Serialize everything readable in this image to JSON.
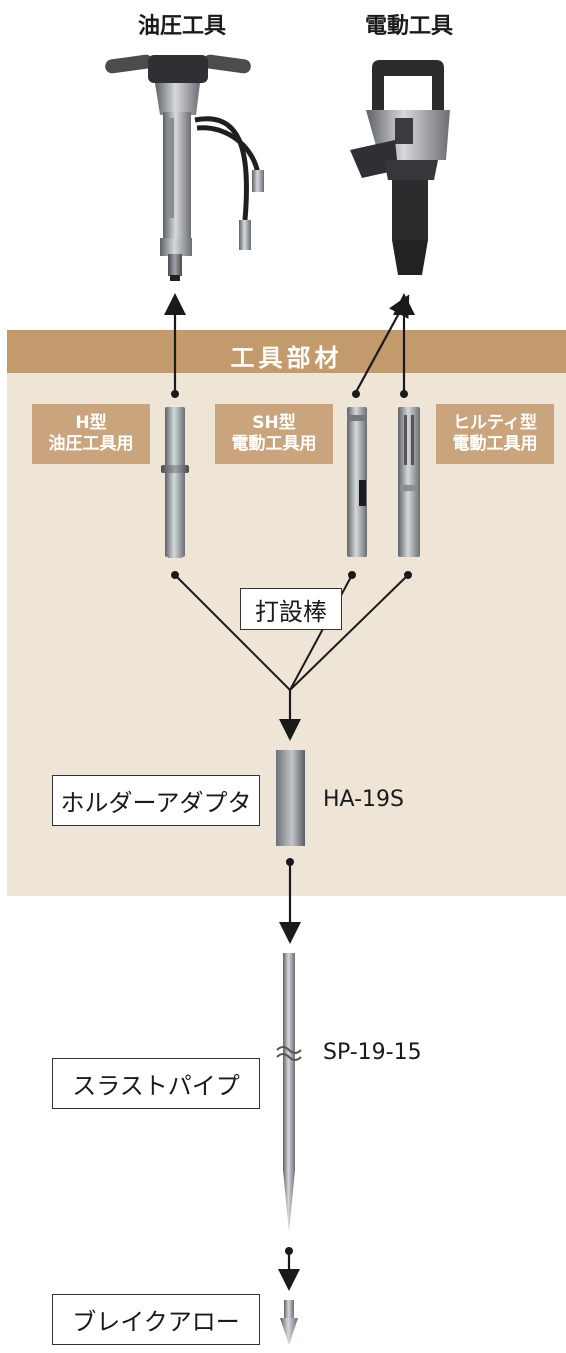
{
  "tools": {
    "hydraulic_title": "油圧工具",
    "electric_title": "電動工具"
  },
  "section": {
    "title": "工具部材"
  },
  "rod_types": [
    {
      "name": "H型",
      "usage": "油圧工具用"
    },
    {
      "name": "SH型",
      "usage": "電動工具用"
    },
    {
      "name": "ヒルティ型",
      "usage": "電動工具用"
    }
  ],
  "driving_rod_label": "打設棒",
  "components": [
    {
      "name": "ホルダーアダプタ",
      "code": "HA-19S"
    },
    {
      "name": "スラストパイプ",
      "code": "SP-19-15"
    },
    {
      "name": "ブレイクアロー",
      "code": ""
    }
  ],
  "colors": {
    "band_header": "#c39a6b",
    "band_body": "#efe5d7",
    "tag": "#c9a47c",
    "line": "#1a1a1a"
  }
}
